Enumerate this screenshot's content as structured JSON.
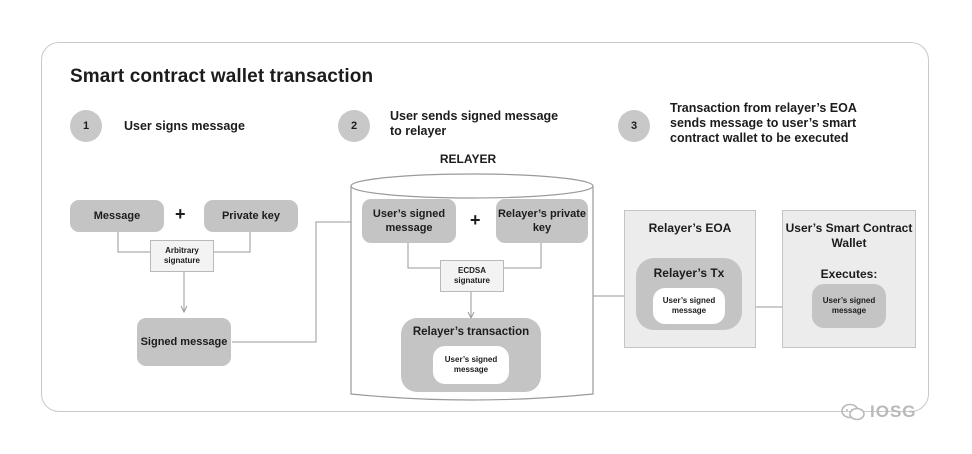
{
  "title": "Smart contract wallet transaction",
  "steps": [
    {
      "num": "1",
      "text": "User signs message"
    },
    {
      "num": "2",
      "text": "User sends signed message to relayer"
    },
    {
      "num": "3",
      "text": "Transaction from relayer’s EOA sends message to user’s smart contract wallet to be executed"
    }
  ],
  "step1": {
    "message": "Message",
    "plus": "+",
    "private_key": "Private key",
    "signature": "Arbitrary signature",
    "signed_message": "Signed message"
  },
  "relayer": {
    "label": "RELAYER",
    "users_signed_message": "User’s signed message",
    "plus": "+",
    "private_key": "Relayer’s private key",
    "signature": "ECDSA signature",
    "transaction": "Relayer’s transaction",
    "inner_message": "User’s signed message"
  },
  "eoa": {
    "title": "Relayer’s EOA",
    "tx": "Relayer’s Tx",
    "inner_message": "User’s signed message"
  },
  "wallet": {
    "title": "User’s Smart Contract Wallet",
    "executes": "Executes:",
    "inner_message": "User’s signed message"
  },
  "watermark": "IOSG"
}
